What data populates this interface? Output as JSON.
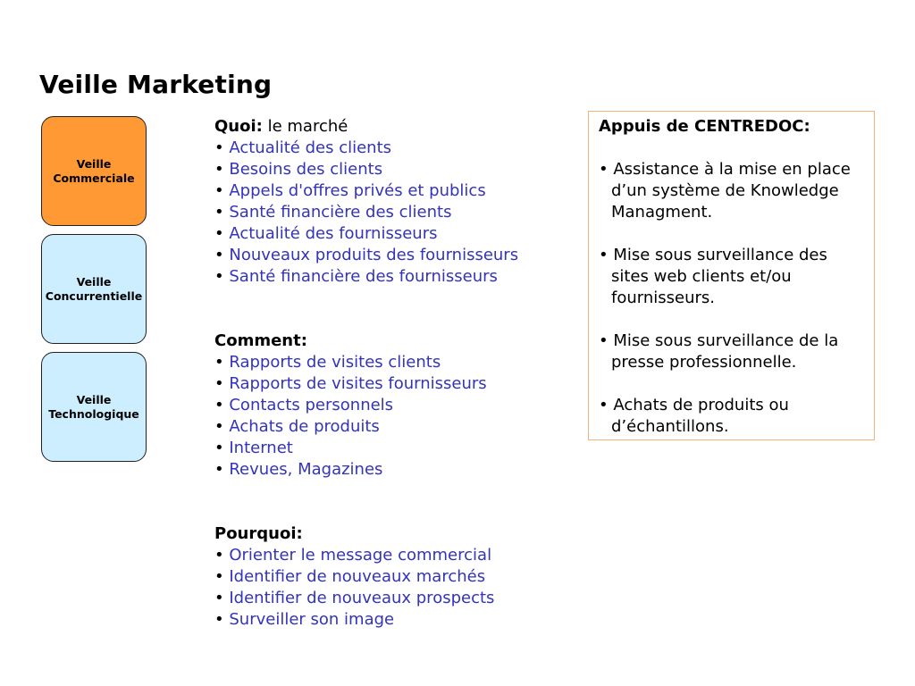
{
  "title": "Veille Marketing",
  "boxes": {
    "commerciale": {
      "line1": "Veille",
      "line2": "Commerciale"
    },
    "concurrentielle": {
      "line1": "Veille",
      "line2": "Concurrentielle"
    },
    "technologique": {
      "line1": "Veille",
      "line2": "Technologique"
    }
  },
  "quoi": {
    "head": "Quoi:",
    "head_rest": " le marché",
    "items": [
      "Actualité des clients",
      "Besoins des clients",
      "Appels d'offres privés et publics",
      "Santé financière des clients",
      "Actualité des fournisseurs",
      "Nouveaux produits des fournisseurs",
      "Santé financière des fournisseurs"
    ]
  },
  "comment": {
    "head": "Comment:",
    "items": [
      "Rapports de visites clients",
      "Rapports de visites fournisseurs",
      "Contacts personnels",
      "Achats de produits",
      "Internet",
      "Revues, Magazines"
    ]
  },
  "pourquoi": {
    "head": "Pourquoi:",
    "items": [
      "Orienter le message commercial",
      "Identifier de nouveaux marchés",
      "Identifier de nouveaux prospects",
      "Surveiller son image"
    ]
  },
  "bullet": "•",
  "appuis": {
    "title": "Appuis de CENTREDOC:",
    "items": [
      "• Assistance à la mise en place d’un système de Knowledge Managment.",
      "• Mise sous surveillance des sites web clients et/ou fournisseurs.",
      "• Mise sous surveillance de la presse professionnelle.",
      "• Achats de produits ou d’échantillons."
    ]
  },
  "colors": {
    "link_text": "#3333bb",
    "box_orange": "#ff9933",
    "box_blue": "#cceeff",
    "appuis_border": "#f3b27a"
  }
}
